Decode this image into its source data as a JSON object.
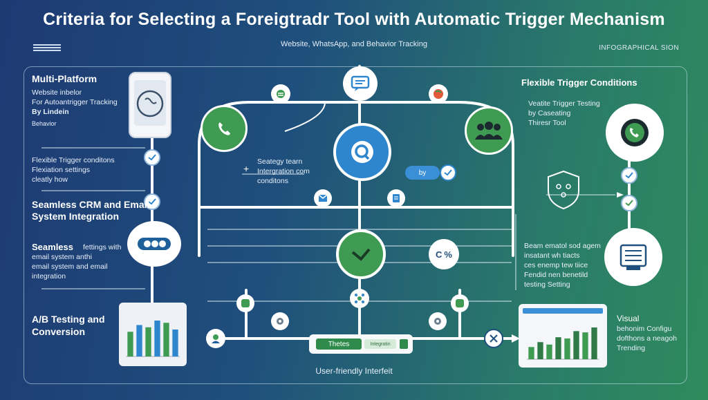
{
  "header": {
    "title": "Criteria for Selecting a Foreigtradr Tool with Automatic Trigger Mechanism",
    "subtitle": "Website, WhatsApp, and Behavior Tracking",
    "brand": "INFOGRAPHICAL SION"
  },
  "left": {
    "multi": {
      "title": "Multi-Platform",
      "l1": "Website inbelor",
      "l2": "For Autoantrigger Tracking",
      "l3": "By Lindein",
      "l4": "Behavior"
    },
    "flex": {
      "l1": "Flexible Trigger conditons",
      "l2": "Flexiation settings",
      "l3": "cleatly how"
    },
    "crm": {
      "title1": "Seamless CRM and Email",
      "title2": "System Integration"
    },
    "seamless": {
      "title": "Seamless",
      "t2": "fettings with",
      "l1": "email system anthi",
      "l2": "email system and email",
      "l3": "integration"
    },
    "ab": {
      "title1": "A/B Testing and",
      "title2": "Conversion"
    }
  },
  "center": {
    "strategy": {
      "l1": "Seategy tearn",
      "l2": "Intergration com",
      "l3": "conditons"
    },
    "pill": "by",
    "percent": "% ",
    "percent_c": "C",
    "trigger_label": "Thetes",
    "trigger_sub": "Integratin",
    "footer": "User-friendly Interfeit"
  },
  "right": {
    "flex_title": "Flexible Trigger Conditions",
    "flex_l1": "Veatite Trigger Testing",
    "flex_l2": "by Caseating",
    "flex_l3": "Thiresr Tool",
    "mid": {
      "l1": "Beam ematol sod agem",
      "l2": "insatant wh tiacts",
      "l3": "ces enemp tew tiice",
      "l4": "Fendid nen benetild",
      "l5": "testing Setting"
    },
    "visual": {
      "title": "Visual",
      "l1": "behonim Configu",
      "l2": "dofthons a neagoh",
      "l3": "Trending"
    }
  },
  "chart_left": {
    "values": [
      55,
      70,
      65,
      80,
      75,
      60
    ]
  },
  "chart_right": {
    "values": [
      20,
      28,
      24,
      36,
      34,
      46,
      44,
      52
    ]
  },
  "colors": {
    "green": "#3f9a52",
    "blue": "#2e86cf",
    "line": "#ffffff"
  }
}
